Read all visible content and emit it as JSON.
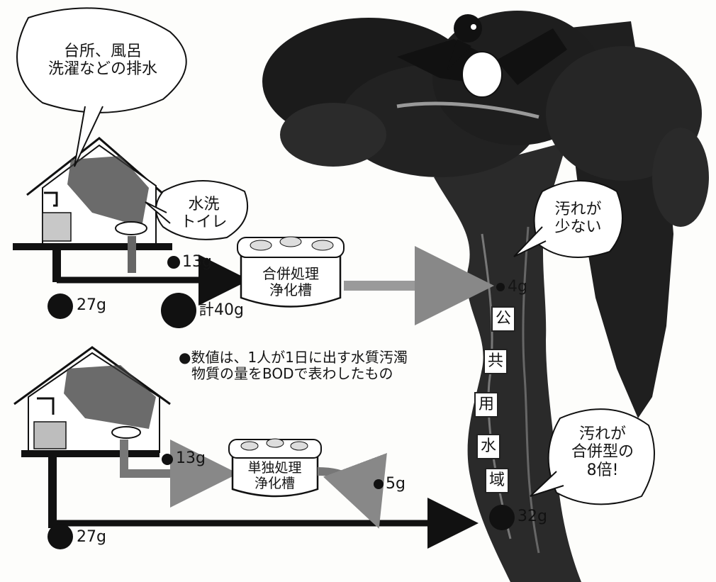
{
  "bubbles": {
    "household_drain": [
      "台所、風呂",
      "洗濯などの排水"
    ],
    "flush_toilet": [
      "水洗",
      "トイレ"
    ],
    "less_dirty": [
      "汚れが",
      "少ない"
    ],
    "eight_times": [
      "汚れが",
      "合併型の",
      "8倍!"
    ]
  },
  "combined": {
    "toilet_amount": "13g",
    "drain_amount": "27g",
    "total_amount": "計40g",
    "tank_label": [
      "合併処理",
      "浄化槽"
    ],
    "outflow_amount": "4g"
  },
  "single": {
    "toilet_amount": "13g",
    "drain_amount": "27g",
    "tank_label": [
      "単独処理",
      "浄化槽"
    ],
    "tank_out_amount": "5g",
    "river_amount": "32g"
  },
  "note": [
    "●数値は、1人が1日に出す水質汚濁",
    "物質の量をBODで表わしたもの"
  ],
  "public_water": [
    "公",
    "共",
    "用",
    "水",
    "域"
  ]
}
